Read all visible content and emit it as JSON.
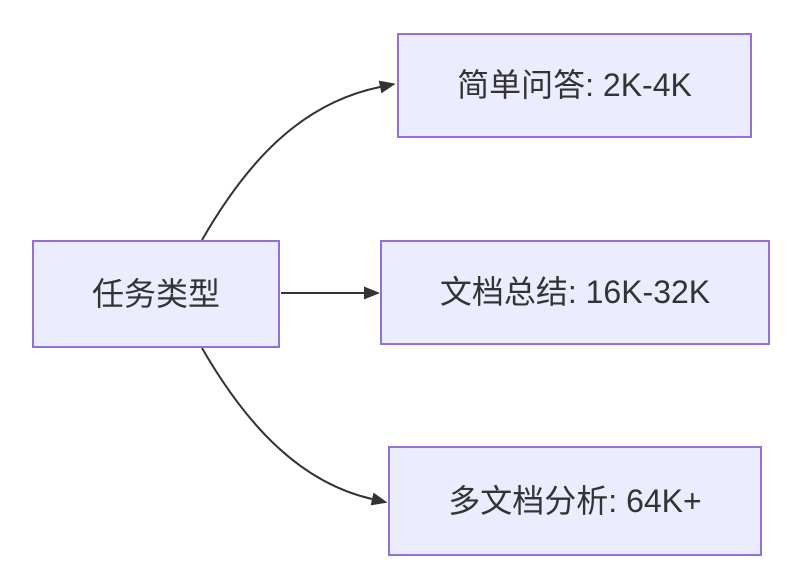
{
  "diagram": {
    "type": "flowchart-left-to-right",
    "root": {
      "label": "任务类型"
    },
    "branches": [
      {
        "label": "简单问答: 2K-4K"
      },
      {
        "label": "文档总结: 16K-32K"
      },
      {
        "label": "多文档分析: 64K+"
      }
    ],
    "colors": {
      "background": "#FFFFFF",
      "node_fill": "#ECECFF",
      "node_border": "#9370DB",
      "edge": "#333333",
      "text": "#333333"
    }
  }
}
